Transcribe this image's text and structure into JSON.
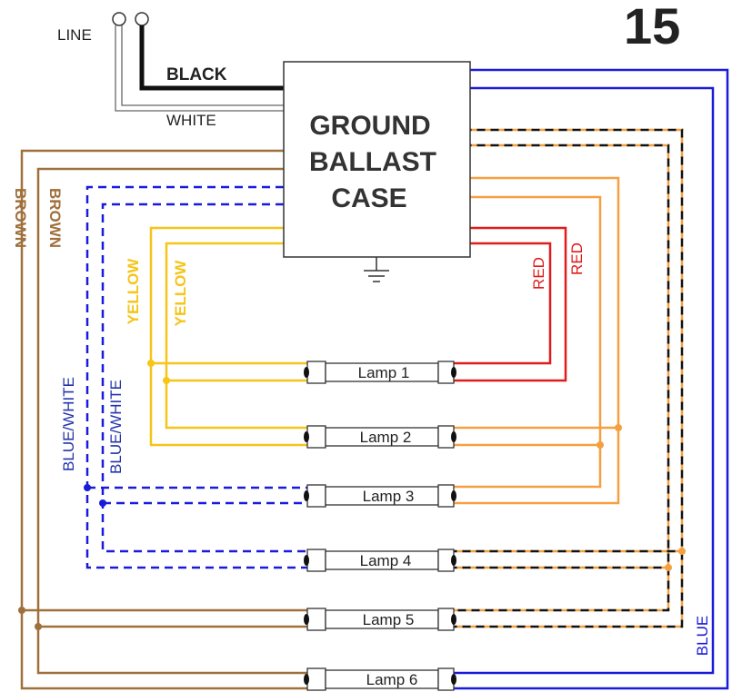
{
  "diagram_number": "15",
  "supply": {
    "line_label": "LINE",
    "black_label": "BLACK",
    "white_label": "WHITE"
  },
  "ballast": {
    "line1": "GROUND",
    "line2": "BALLAST",
    "line3": "CASE"
  },
  "wire_labels": {
    "brown": "BROWN",
    "blue_white": "BLUE/WHITE",
    "yellow": "YELLOW",
    "red": "RED",
    "blue": "BLUE"
  },
  "lamps": [
    "Lamp 1",
    "Lamp 2",
    "Lamp 3",
    "Lamp 4",
    "Lamp 5",
    "Lamp 6"
  ],
  "colors": {
    "black": "#111111",
    "white_wire": "#555555",
    "brown": "#a0703c",
    "blue": "#1a1adb",
    "yellow": "#f5c518",
    "red": "#e01b1b",
    "orange": "#f5a040",
    "text_dark": "#222222",
    "blue_text": "#2233aa"
  }
}
